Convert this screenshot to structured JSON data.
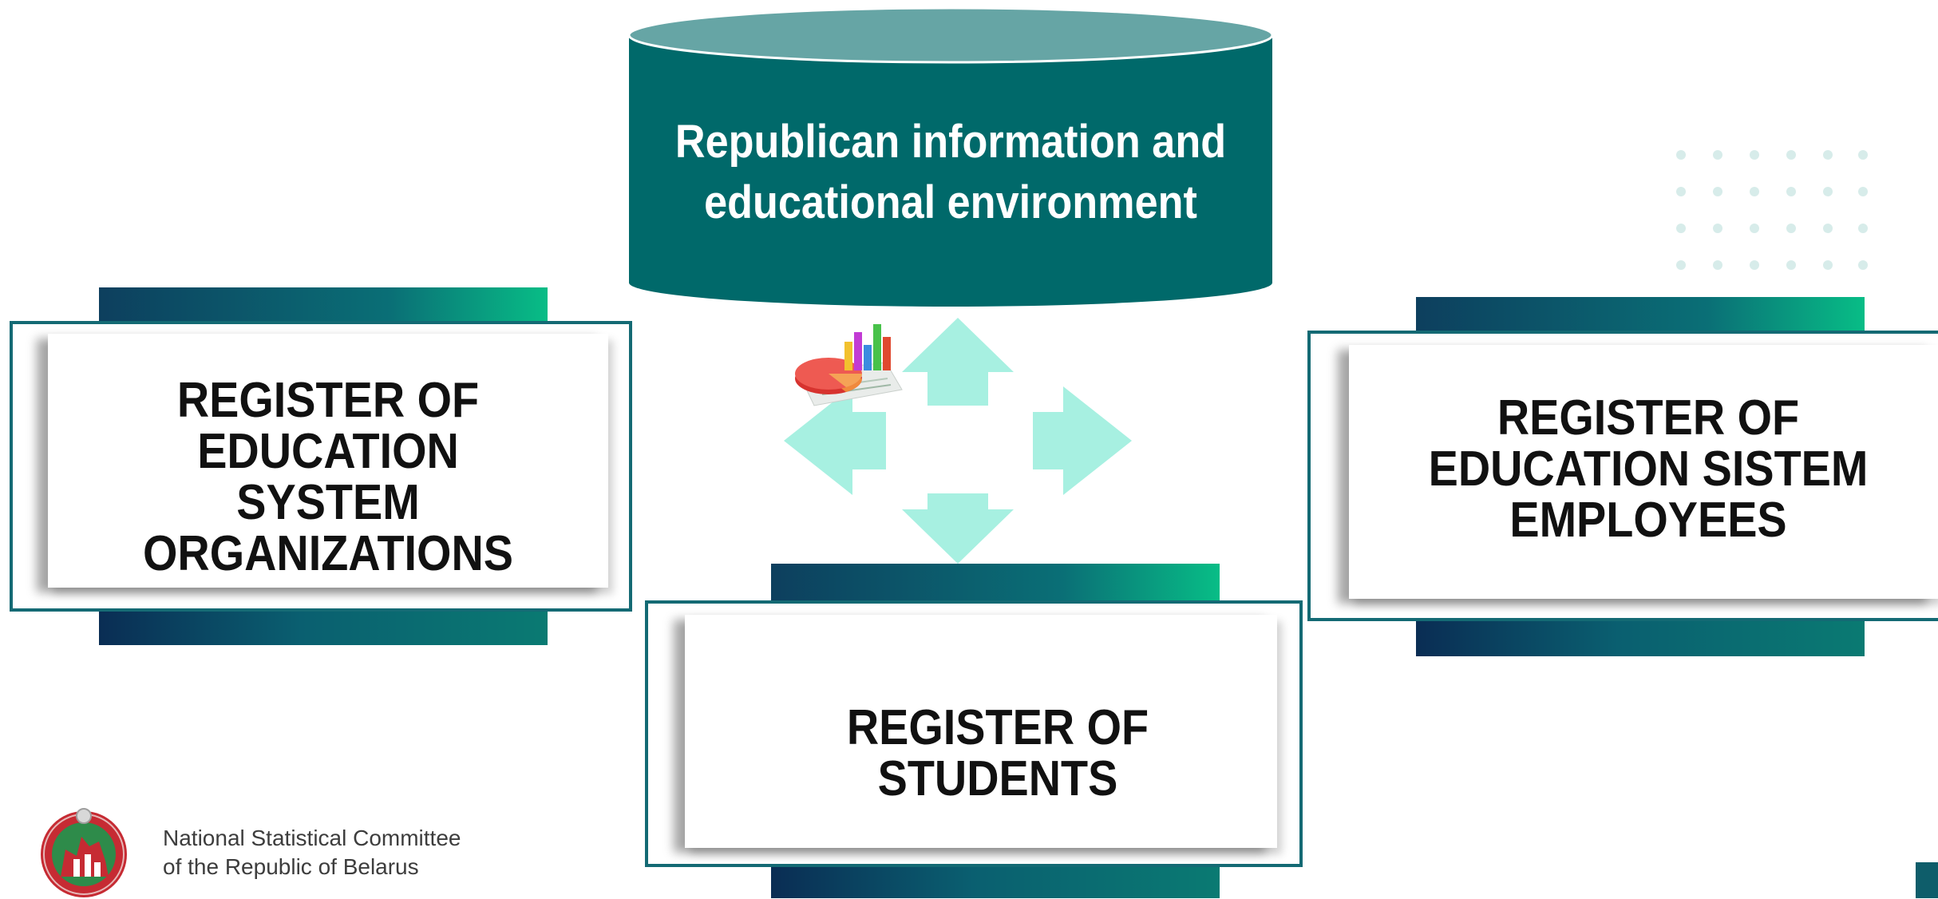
{
  "center": {
    "title_line1": "Republican information and",
    "title_line2": "educational environment"
  },
  "registers": {
    "organizations": {
      "line1": "REGISTER OF EDUCATION",
      "line2": "SYSTEM ORGANIZATIONS"
    },
    "employees": {
      "line1": "REGISTER OF",
      "line2": "EDUCATION SISTEM",
      "line3": "EMPLOYEES"
    },
    "students": {
      "line1": "REGISTER OF STUDENTS"
    }
  },
  "footer": {
    "org_line1": "National Statistical Committee",
    "org_line2": "of the Republic of Belarus"
  },
  "colors": {
    "cylinder_body": "#00696a",
    "cylinder_top": "#66a5a5",
    "arrow": "#a7f0e1",
    "frame": "#146a74"
  },
  "icons": {
    "center": "chart-icon",
    "arrows": [
      "arrow-up-icon",
      "arrow-down-icon",
      "arrow-left-icon",
      "arrow-right-icon"
    ],
    "logo": "emblem-logo-icon"
  }
}
